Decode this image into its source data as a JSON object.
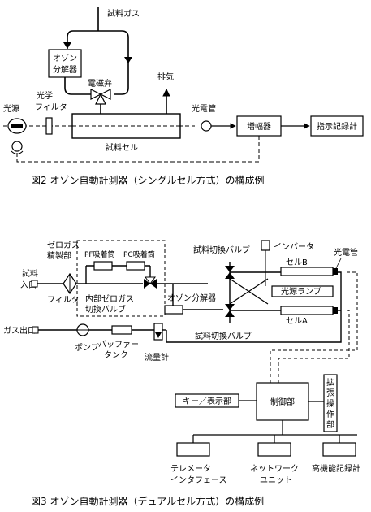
{
  "figure2": {
    "caption": "図2  オゾン自動計測器（シングルセル方式）の構成例",
    "labels": {
      "sample_gas": "試料ガス",
      "ozone_decomposer": [
        "オゾン",
        "分解器"
      ],
      "solenoid_valve": "電磁弁",
      "exhaust": "排気",
      "light_source": "光源",
      "optical_filter": [
        "光学",
        "フィルタ"
      ],
      "phototube": "光電管",
      "sample_cell": "試料セル",
      "amplifier": "増幅器",
      "recorder": "指示記録計"
    }
  },
  "figure3": {
    "caption": "図3  オゾン自動計測器（デュアルセル方式）の構成例",
    "labels": {
      "zero_gas_unit": [
        "ゼロガス",
        "精製部"
      ],
      "sample_inlet": [
        "試料",
        "入口"
      ],
      "filter": "フィルタ",
      "pf_adsorber": "PF吸着筒",
      "pc_adsorber": "PC吸着筒",
      "internal_zero_gas_valve": [
        "内部ゼロガス",
        "切換バルブ"
      ],
      "sample_switch_valve_top": "試料切換バルブ",
      "inverter": "インバータ",
      "photodetector": "光電管",
      "cell_b": "セルB",
      "lamp": "光源ランプ",
      "cell_a": "セルA",
      "ozone_decomposer": "オゾン分解器",
      "gas_outlet": "ガス出口",
      "pump": "ポンプ",
      "buffer_tank": [
        "バッファー",
        "タンク"
      ],
      "flowmeter": "流量計",
      "sample_switch_valve_bottom": "試料切換バルブ",
      "key_display": "キー／表示部",
      "control_unit": "制御部",
      "expansion_panel": [
        "拡",
        "張",
        "操",
        "作",
        "部"
      ],
      "telemeter": [
        "テレメータ",
        "インタフェース"
      ],
      "network": [
        "ネットワーク",
        "ユニット"
      ],
      "hp_recorder": "高機能記録計"
    }
  }
}
